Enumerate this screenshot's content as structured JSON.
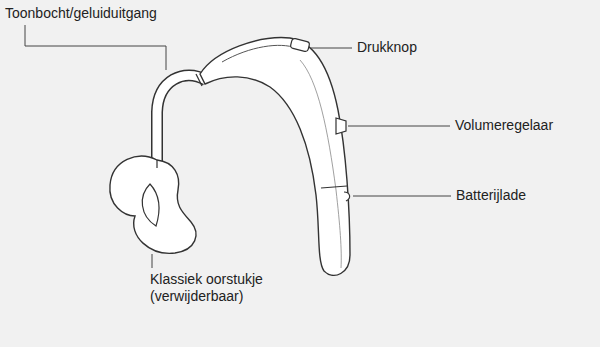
{
  "diagram": {
    "labels": [
      "Toonbocht/geluiduitgang",
      "Drukknop",
      "Volumeregelaar",
      "Batterijlade",
      "Klassiek oorstukje (verwijderbaar)"
    ]
  }
}
